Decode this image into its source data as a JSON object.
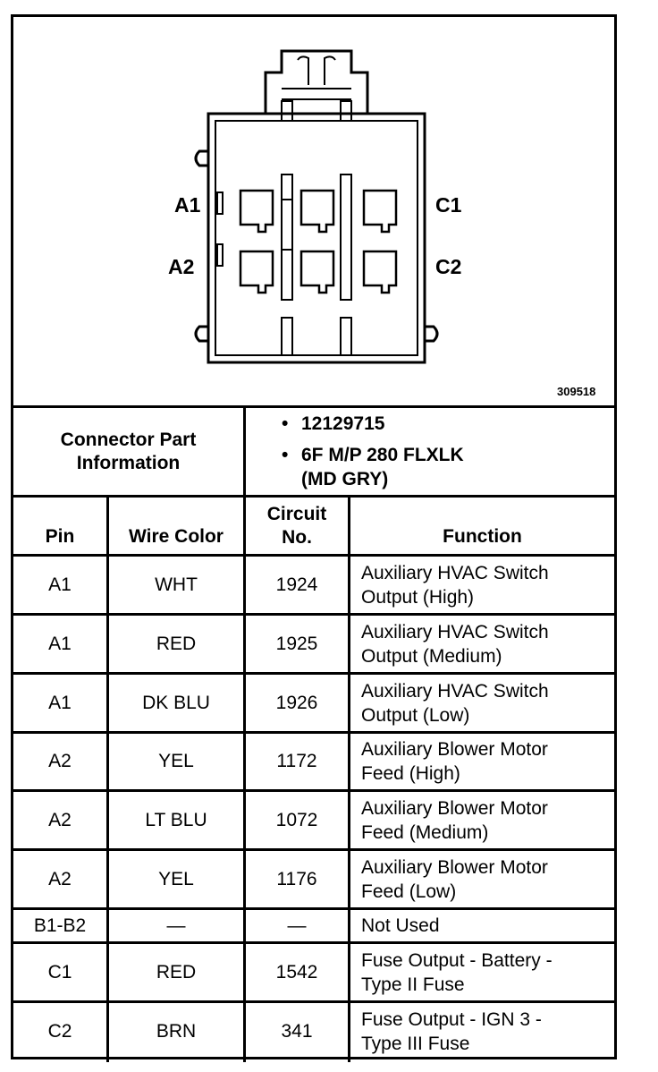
{
  "diagram": {
    "pin_labels": {
      "a1": "A1",
      "a2": "A2",
      "c1": "C1",
      "c2": "C2"
    },
    "figure_number": "309518"
  },
  "connector_info": {
    "label_line1": "Connector Part",
    "label_line2": "Information",
    "bullet": "•",
    "part_number": "12129715",
    "description_line1": "6F M/P 280 FLXLK",
    "description_line2": "(MD GRY)"
  },
  "table": {
    "headers": {
      "pin": "Pin",
      "wire_color": "Wire Color",
      "circuit_line1": "Circuit",
      "circuit_line2": "No.",
      "function": "Function"
    },
    "rows": [
      {
        "pin": "A1",
        "wire": "WHT",
        "circuit": "1924",
        "func1": "Auxiliary HVAC Switch",
        "func2": "Output (High)"
      },
      {
        "pin": "A1",
        "wire": "RED",
        "circuit": "1925",
        "func1": "Auxiliary HVAC Switch",
        "func2": "Output (Medium)"
      },
      {
        "pin": "A1",
        "wire": "DK BLU",
        "circuit": "1926",
        "func1": "Auxiliary HVAC Switch",
        "func2": "Output (Low)"
      },
      {
        "pin": "A2",
        "wire": "YEL",
        "circuit": "1172",
        "func1": "Auxiliary Blower Motor",
        "func2": "Feed (High)"
      },
      {
        "pin": "A2",
        "wire": "LT BLU",
        "circuit": "1072",
        "func1": "Auxiliary Blower Motor",
        "func2": "Feed (Medium)"
      },
      {
        "pin": "A2",
        "wire": "YEL",
        "circuit": "1176",
        "func1": "Auxiliary Blower Motor",
        "func2": "Feed (Low)"
      },
      {
        "pin": "B1-B2",
        "wire": "—",
        "circuit": "—",
        "func1": "Not Used",
        "func2": ""
      },
      {
        "pin": "C1",
        "wire": "RED",
        "circuit": "1542",
        "func1": "Fuse Output - Battery -",
        "func2": "Type II Fuse"
      },
      {
        "pin": "C2",
        "wire": "BRN",
        "circuit": "341",
        "func1": "Fuse Output - IGN 3 -",
        "func2": "Type III Fuse"
      }
    ]
  }
}
